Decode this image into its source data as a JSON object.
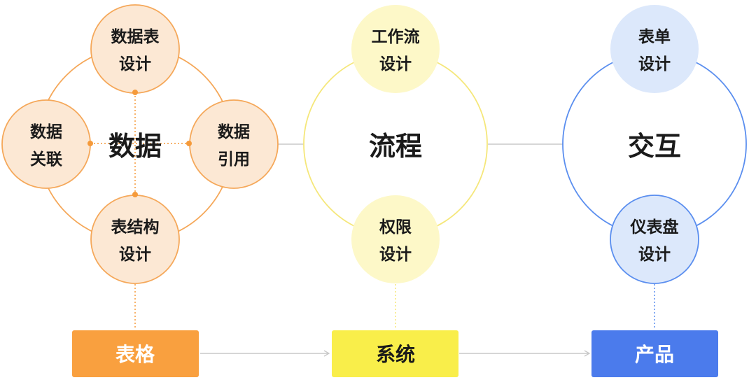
{
  "colors": {
    "orange_line": "#F5A85A",
    "orange_fill": "#FCE8D4",
    "orange_box": "#F9A03F",
    "orange_dot": "#F59A3A",
    "yellow_line": "#F5E77A",
    "yellow_fill": "#FDF8C8",
    "yellow_box": "#F9EE4A",
    "blue_line": "#5A8EEF",
    "blue_fill": "#DCE8FB",
    "blue_box": "#4B7BEC",
    "connector": "#C8C8C8",
    "text_dark": "#1a1a1a",
    "text_white": "#ffffff"
  },
  "data_group": {
    "center_label": "数据",
    "top": {
      "line1": "数据表",
      "line2": "设计"
    },
    "left": {
      "line1": "数据",
      "line2": "关联"
    },
    "right": {
      "line1": "数据",
      "line2": "引用"
    },
    "bottom": {
      "line1": "表结构",
      "line2": "设计"
    }
  },
  "process_group": {
    "center_label": "流程",
    "top": {
      "line1": "工作流",
      "line2": "设计"
    },
    "bottom": {
      "line1": "权限",
      "line2": "设计"
    }
  },
  "interaction_group": {
    "center_label": "交互",
    "top": {
      "line1": "表单",
      "line2": "设计"
    },
    "bottom": {
      "line1": "仪表盘",
      "line2": "设计"
    }
  },
  "boxes": {
    "table": "表格",
    "system": "系统",
    "product": "产品"
  }
}
